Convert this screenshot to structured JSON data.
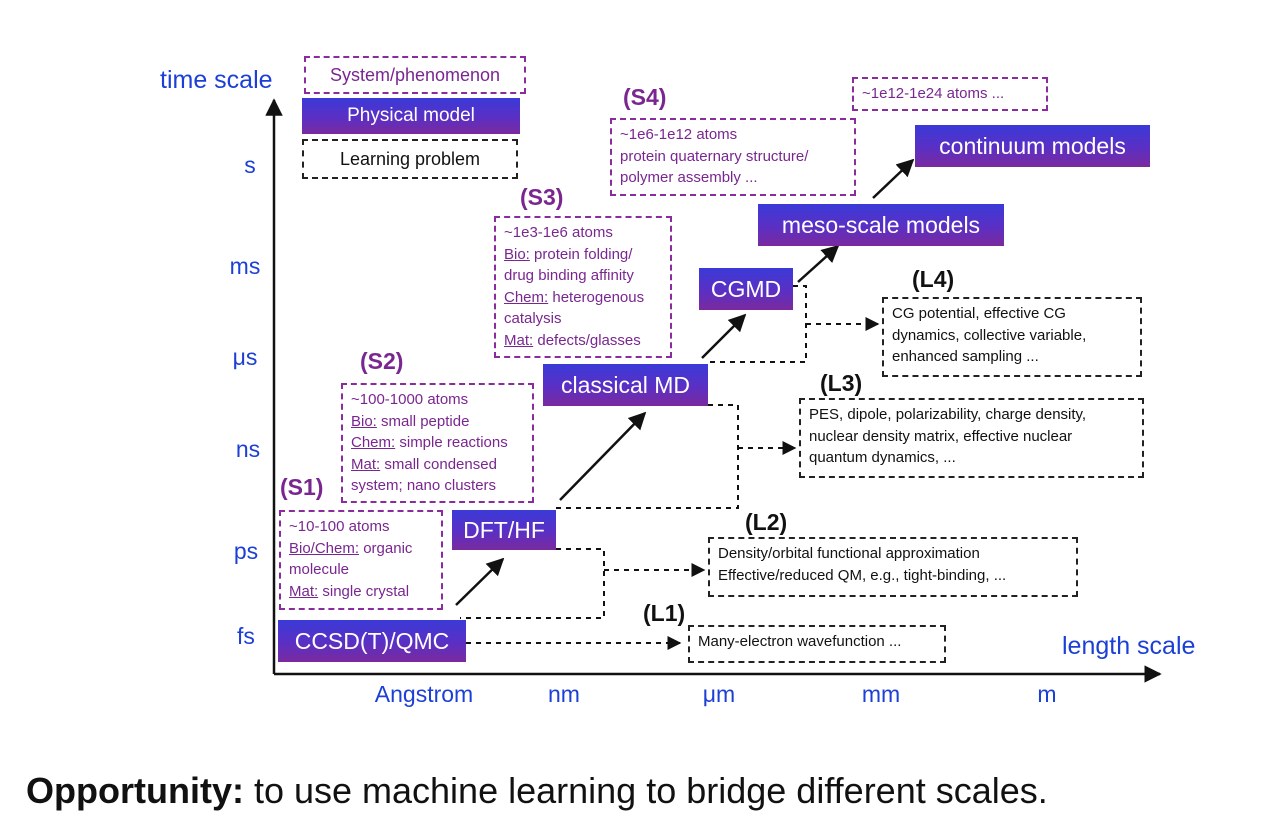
{
  "axes": {
    "y_title": "time scale",
    "x_title": "length scale",
    "y_ticks": [
      "s",
      "ms",
      "μs",
      "ns",
      "ps",
      "fs"
    ],
    "x_ticks": [
      "Angstrom",
      "nm",
      "μm",
      "mm",
      "m"
    ]
  },
  "legend": {
    "system": "System/phenomenon",
    "physical": "Physical model",
    "learning": "Learning problem"
  },
  "models": {
    "ccsd": "CCSD(T)/QMC",
    "dft": "DFT/HF",
    "md": "classical MD",
    "cgmd": "CGMD",
    "meso": "meso-scale models",
    "continuum": "continuum models"
  },
  "systems": {
    "s1": {
      "label": "(S1)",
      "l1": "~10-100 atoms",
      "l2k": "Bio/Chem:",
      "l2": " organic",
      "l3": "molecule",
      "l4k": "Mat:",
      "l4": " single crystal"
    },
    "s2": {
      "label": "(S2)",
      "l1": "~100-1000 atoms",
      "l2k": "Bio:",
      "l2": " small peptide",
      "l3k": "Chem:",
      "l3": " simple reactions",
      "l4k": "Mat:",
      "l4": " small condensed",
      "l5": "system; nano clusters"
    },
    "s3": {
      "label": "(S3)",
      "l1": "~1e3-1e6 atoms",
      "l2k": "Bio:",
      "l2": " protein folding/",
      "l3": "drug binding affinity",
      "l4k": "Chem:",
      "l4": " heterogenous",
      "l5": "catalysis",
      "l6k": "Mat:",
      "l6": " defects/glasses"
    },
    "s4": {
      "label": "(S4)",
      "l1": "~1e6-1e12 atoms",
      "l2": "protein quaternary structure/",
      "l3": "polymer assembly ..."
    },
    "s5": {
      "l1": "~1e12-1e24 atoms ..."
    }
  },
  "learning": {
    "l1": {
      "label": "(L1)",
      "l1": "Many-electron wavefunction ..."
    },
    "l2": {
      "label": "(L2)",
      "l1": "Density/orbital functional approximation",
      "l2": "Effective/reduced QM, e.g., tight-binding, ..."
    },
    "l3": {
      "label": "(L3)",
      "l1": "PES, dipole, polarizability, charge density,",
      "l2": "nuclear density matrix, effective nuclear",
      "l3": "quantum dynamics, ..."
    },
    "l4": {
      "label": "(L4)",
      "l1": "CG potential, effective CG",
      "l2": "dynamics, collective variable,",
      "l3": "enhanced sampling ..."
    }
  },
  "footer": {
    "bold": "Opportunity:",
    "text": " to use machine learning to bridge different scales."
  },
  "colors": {
    "axis_blue": "#1c3fd6",
    "system_purple": "#7a2690",
    "model_fill": "#4b34cc"
  }
}
